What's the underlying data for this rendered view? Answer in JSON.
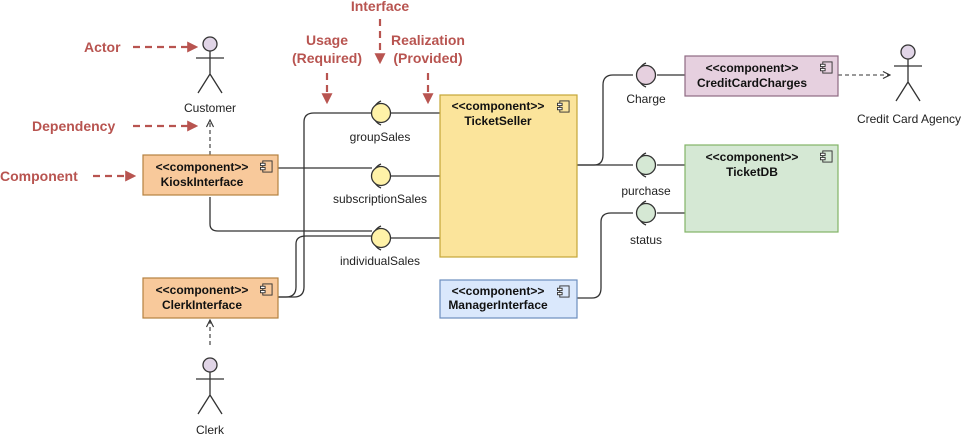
{
  "colors": {
    "annotation": "#b85450",
    "component_orange": "#f8c99b",
    "component_orange_border": "#b5813f",
    "component_yellow": "#fbe49b",
    "component_yellow_border": "#c4a637",
    "component_pink": "#e6d0df",
    "component_pink_border": "#8e6a82",
    "component_green": "#d5e8d4",
    "component_green_border": "#82b366",
    "component_blue": "#dae8fc",
    "component_blue_border": "#6c8ebf",
    "actor_head": "#e1d5e7",
    "interface_yellow": "#fff2a8"
  },
  "annotations": {
    "actor": "Actor",
    "dependency": "Dependency",
    "component": "Component",
    "interface": "Interface",
    "usage_line1": "Usage",
    "usage_line2": "(Required)",
    "realization_line1": "Realization",
    "realization_line2": "(Provided)"
  },
  "stereotype": "<<component>>",
  "actors": {
    "customer": "Customer",
    "clerk": "Clerk",
    "credit_card_agency": "Credit Card Agency"
  },
  "components": {
    "kiosk_interface": "KioskInterface",
    "clerk_interface": "ClerkInterface",
    "ticket_seller": "TicketSeller",
    "manager_interface": "ManagerInterface",
    "credit_card_charges": "CreditCardCharges",
    "ticket_db": "TicketDB"
  },
  "interfaces": {
    "group_sales": "groupSales",
    "subscription_sales": "subscriptionSales",
    "individual_sales": "individualSales",
    "charge": "Charge",
    "purchase": "purchase",
    "status": "status"
  }
}
